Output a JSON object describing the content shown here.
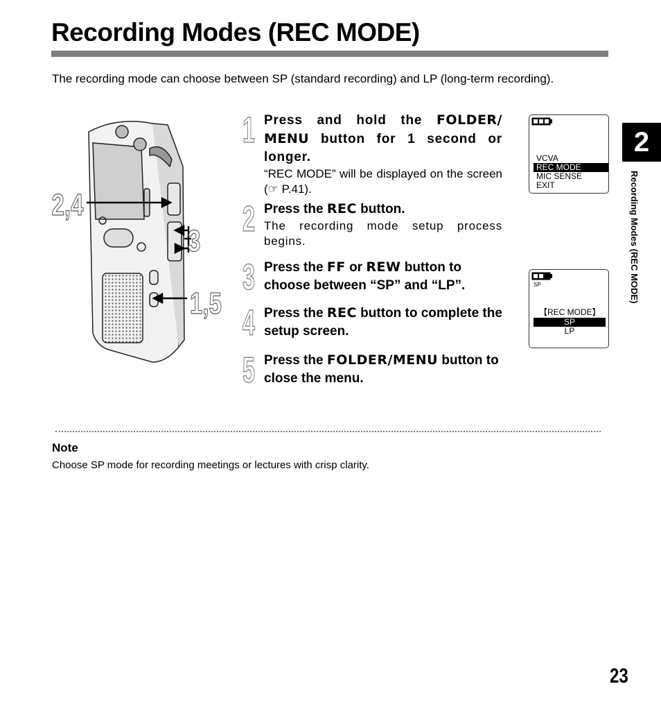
{
  "title": "Recording Modes (REC MODE)",
  "intro": "The recording mode can choose between SP (standard recording) and LP (long-term recording).",
  "callouts": {
    "c24": "2,4",
    "c3": "3",
    "c15": "1,5"
  },
  "steps": [
    {
      "num": "1",
      "head_pre": "Press and hold the ",
      "kw": "FOLDER/ MENU",
      "head_post": " button for 1 second or longer.",
      "body": "“REC MODE” will be displayed on the screen (☞ P.41)."
    },
    {
      "num": "2",
      "head_pre": "Press the ",
      "kw": "REC",
      "head_post": " button.",
      "body": "The recording mode setup process begins."
    },
    {
      "num": "3",
      "head_pre": "Press the ",
      "kw": "FF",
      "head_mid": " or ",
      "kw2": "REW",
      "head_post": " button to choose between “SP” and “LP”."
    },
    {
      "num": "4",
      "head_pre": "Press the ",
      "kw": "REC",
      "head_post": "  button to complete the setup screen."
    },
    {
      "num": "5",
      "head_pre": "Press the ",
      "kw": "FOLDER/MENU",
      "head_post": " button to close the menu."
    }
  ],
  "lcd1": {
    "rows": [
      "VCVA",
      "REC MODE",
      "MIC SENSE",
      "EXIT"
    ]
  },
  "lcd2": {
    "small": "SP",
    "rows": [
      "【REC MODE】",
      "SP",
      "LP"
    ]
  },
  "side": {
    "chapter": "2",
    "label": "Recording Modes (REC MODE)"
  },
  "note": {
    "title": "Note",
    "body": "Choose SP mode for recording meetings or lectures with crisp clarity."
  },
  "page_number": "23"
}
